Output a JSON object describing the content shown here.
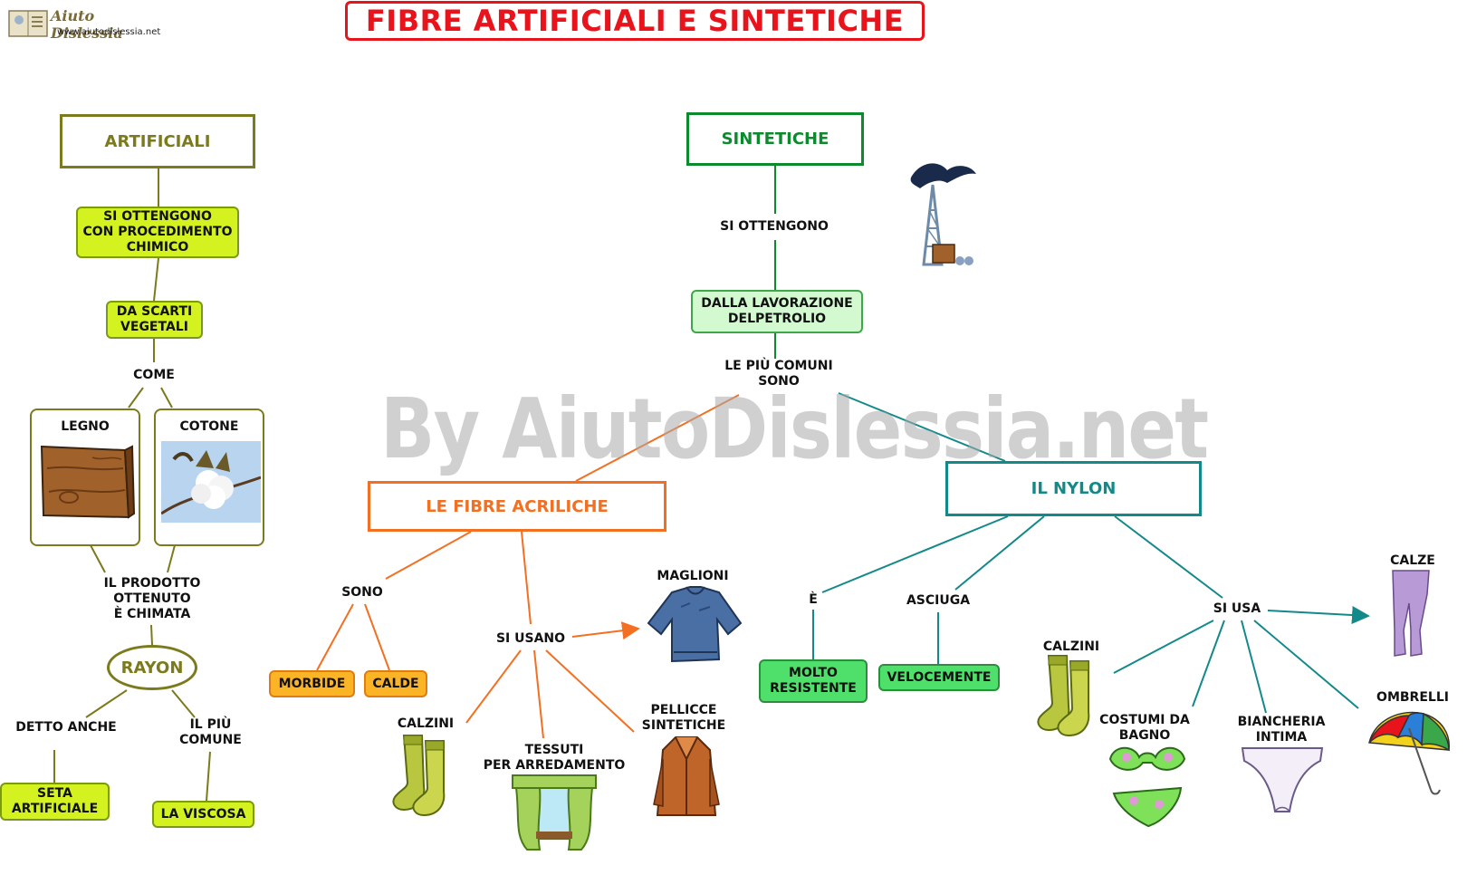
{
  "logo": {
    "brand": "Aiuto Dislessia",
    "url": "www.aiutodislessia.net"
  },
  "title": "FIBRE ARTIFICIALI E SINTETICHE",
  "watermark": "By AiutoDislessia.net",
  "artificiali": {
    "header": "ARTIFICIALI",
    "obtained": "SI OTTENGONO\nCON PROCEDIMENTO\nCHIMICO",
    "source": "DA SCARTI\nVEGETALI",
    "link_come": "COME",
    "example_wood": "LEGNO",
    "example_cotton": "COTONE",
    "link_product": "IL PRODOTTO\nOTTENUTO\nÈ CHIMATA",
    "product": "RAYON",
    "link_also_called": "DETTO ANCHE",
    "link_most_common": "IL PIÙ\nCOMUNE",
    "also_called": "SETA\nARTIFICIALE",
    "most_common": "LA VISCOSA"
  },
  "sintetiche": {
    "header": "SINTETICHE",
    "link_obtained": "SI OTTENGONO",
    "source": "DALLA LAVORAZIONE\nDELPETROLIO",
    "link_common": "LE PIÙ COMUNI\nSONO"
  },
  "acriliche": {
    "header": "LE FIBRE ACRILICHE",
    "link_sono": "SONO",
    "soft": "MORBIDE",
    "warm": "CALDE",
    "link_used": "SI USANO",
    "use_sweaters": "MAGLIONI",
    "use_socks": "CALZINI",
    "use_fabrics": "TESSUTI\nPER ARREDAMENTO",
    "use_furs": "PELLICCE\nSINTETICHE"
  },
  "nylon": {
    "header": "IL NYLON",
    "link_is": "È",
    "strong": "MOLTO\nRESISTENTE",
    "link_dries": "ASCIUGA",
    "fast": "VELOCEMENTE",
    "link_used": "SI USA",
    "use_stockings": "CALZE",
    "use_socks": "CALZINI",
    "use_swimwear": "COSTUMI DA\nBAGNO",
    "use_underwear": "BIANCHERIA\nINTIMA",
    "use_umbrellas": "OMBRELLI"
  },
  "colors": {
    "title": "#e8131b",
    "artificiali": "#7b7a1c",
    "sintetiche": "#0e8a2e",
    "acriliche": "#f36f21",
    "nylon": "#14898a"
  }
}
